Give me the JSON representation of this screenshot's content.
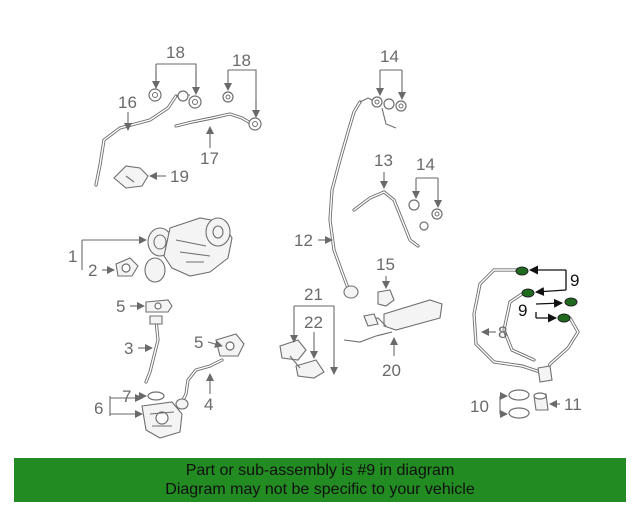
{
  "diagram": {
    "callouts": {
      "c1": "1",
      "c2": "2",
      "c3": "3",
      "c4": "4",
      "c5a": "5",
      "c5b": "5",
      "c6": "6",
      "c7": "7",
      "c8": "8",
      "c9a": "9",
      "c9b": "9",
      "c10": "10",
      "c11": "11",
      "c12": "12",
      "c13": "13",
      "c14a": "14",
      "c14b": "14",
      "c15": "15",
      "c16": "16",
      "c17": "17",
      "c18a": "18",
      "c18b": "18",
      "c19": "19",
      "c20": "20",
      "c21": "21",
      "c22": "22"
    },
    "highlight_color": "#1e6b1e"
  },
  "banner": {
    "line1": "Part or sub-assembly is #9 in diagram",
    "line2": "Diagram may not be specific to your vehicle",
    "background": "#228b22"
  }
}
